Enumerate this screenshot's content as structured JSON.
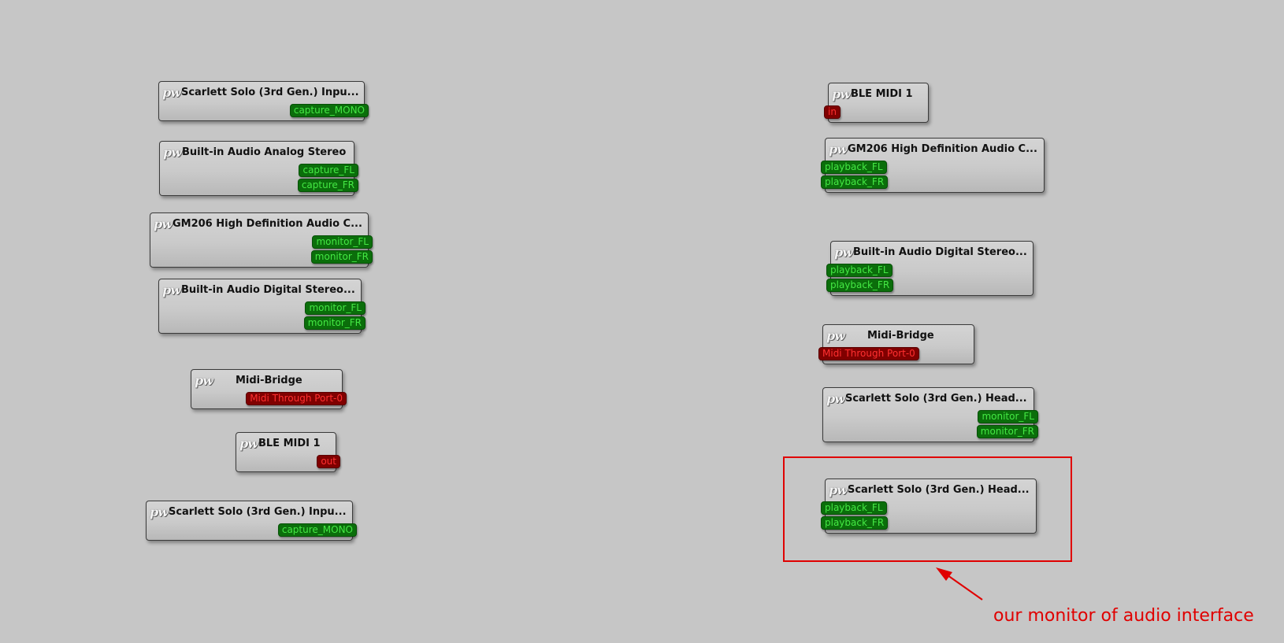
{
  "pw_logo": "pw",
  "left_nodes": {
    "n1": {
      "title": "Scarlett Solo (3rd Gen.) Inpu...",
      "ports": [
        "capture_MONO"
      ]
    },
    "n2": {
      "title": "Built-in Audio Analog Stereo",
      "ports": [
        "capture_FL",
        "capture_FR"
      ]
    },
    "n3": {
      "title": "GM206 High Definition Audio C...",
      "ports": [
        "monitor_FL",
        "monitor_FR"
      ]
    },
    "n4": {
      "title": "Built-in Audio Digital Stereo...",
      "ports": [
        "monitor_FL",
        "monitor_FR"
      ]
    },
    "n5": {
      "title": "Midi-Bridge",
      "ports": [
        "Midi Through Port-0"
      ]
    },
    "n6": {
      "title": "BLE MIDI 1",
      "ports": [
        "out"
      ]
    },
    "n7": {
      "title": "Scarlett Solo (3rd Gen.) Inpu...",
      "ports": [
        "capture_MONO"
      ]
    }
  },
  "right_nodes": {
    "n1": {
      "title": "BLE MIDI 1",
      "ports": [
        "in"
      ]
    },
    "n2": {
      "title": "GM206 High Definition Audio C...",
      "ports": [
        "playback_FL",
        "playback_FR"
      ]
    },
    "n3": {
      "title": "Built-in Audio Digital Stereo...",
      "ports": [
        "playback_FL",
        "playback_FR"
      ]
    },
    "n4": {
      "title": "Midi-Bridge",
      "ports": [
        "Midi Through Port-0"
      ]
    },
    "n5": {
      "title": "Scarlett Solo (3rd Gen.) Head...",
      "ports": [
        "monitor_FL",
        "monitor_FR"
      ]
    },
    "n6": {
      "title": "Scarlett Solo (3rd Gen.) Head...",
      "ports": [
        "playback_FL",
        "playback_FR"
      ]
    }
  },
  "annotation": {
    "text": "our monitor of audio interface",
    "color": "#e00000"
  },
  "colors": {
    "canvas": "#c6c6c6",
    "audio_port_bg": "#0b6e0b",
    "audio_port_text": "#44e844",
    "midi_port_bg": "#800000",
    "midi_port_text": "#ff3030"
  }
}
